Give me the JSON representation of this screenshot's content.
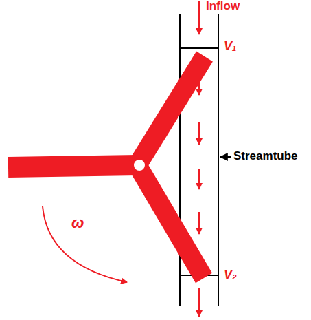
{
  "diagram": {
    "labels": [
      "Inflow",
      "V₁",
      "Streamtube",
      "ω",
      "V₂"
    ]
  }
}
